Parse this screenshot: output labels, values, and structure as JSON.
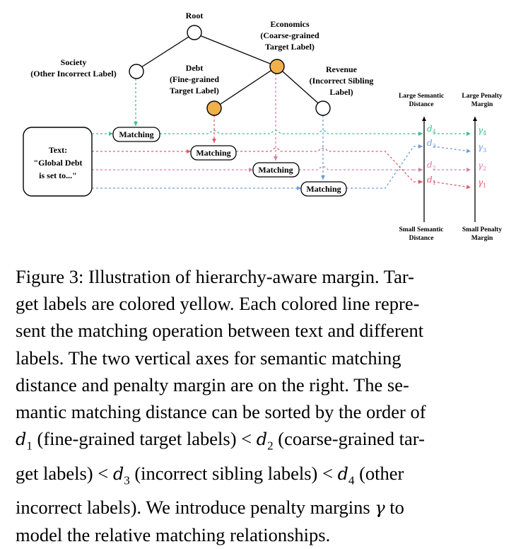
{
  "figure": {
    "nodes": {
      "root": "Root",
      "economics": [
        "Economics",
        "(Coarse-grained",
        "Target Label)"
      ],
      "society": [
        "Society",
        "(Other Incorrect Label)"
      ],
      "debt": [
        "Debt",
        "(Fine-grained",
        "Target Label)"
      ],
      "revenue": [
        "Revenue",
        "(Incorrect Sibling",
        "Label)"
      ]
    },
    "text_box": [
      "Text:",
      "\"Global Debt",
      "is set to...\""
    ],
    "matching_label": "Matching",
    "axes": {
      "distance_top": [
        "Large Semantic",
        "Distance"
      ],
      "distance_bottom": [
        "Small Semantic",
        "Distance"
      ],
      "margin_top": [
        "Large Penalty",
        "Margin"
      ],
      "margin_bottom": [
        "Small Penalty",
        "Margin"
      ]
    },
    "distance_labels": [
      {
        "sym": "d",
        "sub": "4",
        "color": "#3ec08a"
      },
      {
        "sym": "d",
        "sub": "3",
        "color": "#6b9ee0"
      },
      {
        "sym": "d",
        "sub": "2",
        "color": "#d37fa8"
      },
      {
        "sym": "d",
        "sub": "1",
        "color": "#e05a6a"
      }
    ],
    "margin_labels": [
      {
        "sym": "γ",
        "sub": "4",
        "color": "#3ec08a"
      },
      {
        "sym": "γ",
        "sub": "3",
        "color": "#6b9ee0"
      },
      {
        "sym": "γ",
        "sub": "2",
        "color": "#d37fa8"
      },
      {
        "sym": "γ",
        "sub": "1",
        "color": "#e05a6a"
      }
    ],
    "colors": {
      "target_fill": "#f2b04a",
      "green": "#3ec08a",
      "red": "#e05a6a",
      "pink": "#d37fa8",
      "blue": "#6b9ee0"
    }
  },
  "caption": {
    "line1": "Figure 3: Illustration of hierarchy-aware margin. Tar-",
    "line2": "get labels are colored yellow. Each colored line repre-",
    "line3": "sent the matching operation between text and different",
    "line4": "labels. The two vertical axes for semantic matching",
    "line5": "distance and penalty margin are on the right. The se-",
    "line6_post": " (fine-grained target labels) < ",
    "line6_pre": "mantic matching distance can be sorted by the order of",
    "line7_pre": "get labels) < ",
    "line7_mid": " (coarse-grained tar-",
    "line7_post": " (incorrect sibling labels) < ",
    "line7_end": " (other",
    "line8": "incorrect labels). We introduce penalty margins ",
    "line8_end": " to",
    "line9": "model the relative matching relationships.",
    "sym_d": "d",
    "sym_gamma": "γ",
    "sub1": "1",
    "sub2": "2",
    "sub3": "3",
    "sub4": "4"
  }
}
